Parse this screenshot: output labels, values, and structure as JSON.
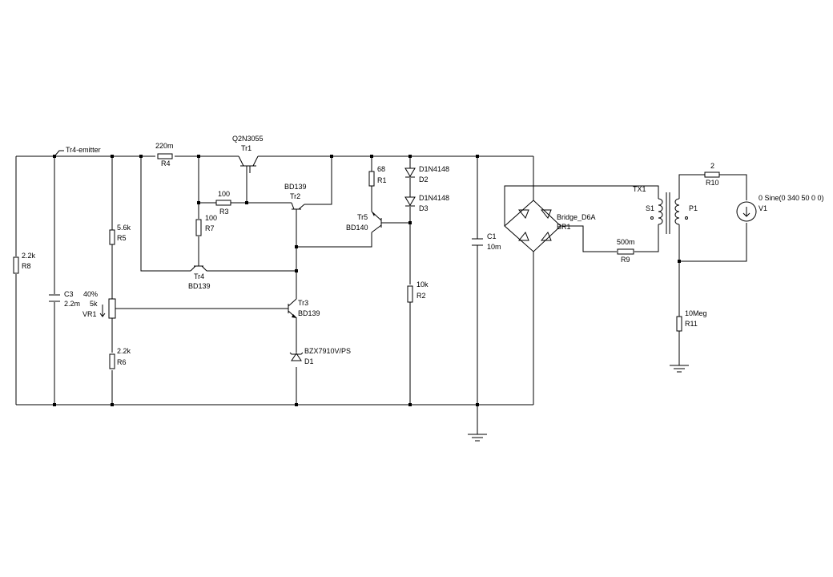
{
  "probe": {
    "name": "Tr4-emitter"
  },
  "components": {
    "R4": {
      "ref": "R4",
      "value": "220m"
    },
    "Tr1": {
      "ref": "Tr1",
      "model": "Q2N3055"
    },
    "R3": {
      "ref": "R3",
      "value": "100"
    },
    "R7": {
      "ref": "R7",
      "value": "100"
    },
    "Tr2": {
      "ref": "Tr2",
      "model": "BD139"
    },
    "R1": {
      "ref": "R1",
      "value": "68"
    },
    "D2": {
      "ref": "D2",
      "model": "D1N4148"
    },
    "D3": {
      "ref": "D3",
      "model": "D1N4148"
    },
    "Tr5": {
      "ref": "Tr5",
      "model": "BD140"
    },
    "R5": {
      "ref": "R5",
      "value": "5.6k"
    },
    "R8": {
      "ref": "R8",
      "value": "2.2k"
    },
    "C3": {
      "ref": "C3",
      "value": "2.2m"
    },
    "VR1": {
      "ref": "VR1",
      "value": "5k",
      "setting": "40%"
    },
    "Tr4": {
      "ref": "Tr4",
      "model": "BD139"
    },
    "Tr3": {
      "ref": "Tr3",
      "model": "BD139"
    },
    "R6": {
      "ref": "R6",
      "value": "2.2k"
    },
    "D1": {
      "ref": "D1",
      "model": "BZX7910V/PS"
    },
    "R2": {
      "ref": "R2",
      "value": "10k"
    },
    "C1": {
      "ref": "C1",
      "value": "10m"
    },
    "BR1": {
      "ref": "BR1",
      "model": "Bridge_D6A"
    },
    "R9": {
      "ref": "R9",
      "value": "500m"
    },
    "TX1": {
      "ref": "TX1",
      "secondary": "S1",
      "primary": "P1"
    },
    "R10": {
      "ref": "R10",
      "value": "2"
    },
    "V1": {
      "ref": "V1",
      "value": "0 Sine(0 340 50 0 0)"
    },
    "R11": {
      "ref": "R11",
      "value": "10Meg"
    }
  }
}
